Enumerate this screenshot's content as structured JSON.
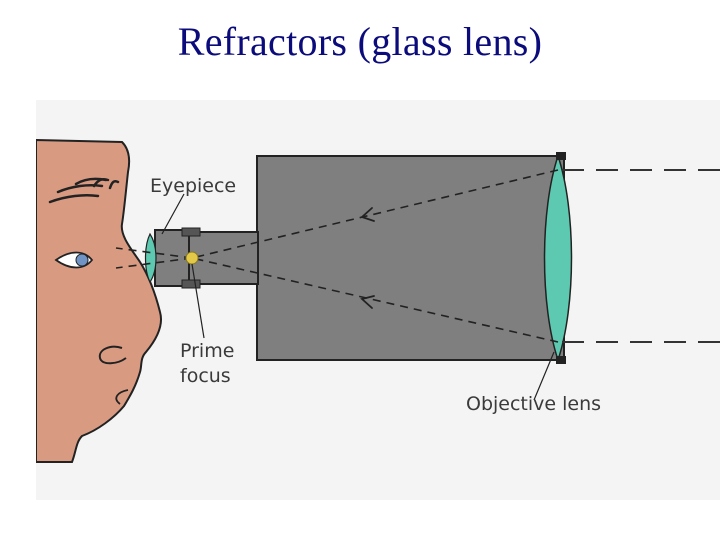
{
  "slide": {
    "title": "Refractors (glass lens)"
  },
  "diagram": {
    "labels": {
      "eyepiece": "Eyepiece",
      "prime_focus_line1": "Prime",
      "prime_focus_line2": "focus",
      "objective_lens": "Objective lens"
    },
    "colors": {
      "title": "#0b0b7c",
      "background_panel": "#f4f4f4",
      "skin": "#d99a82",
      "tube": "#7f7f7f",
      "lens": "#5cc9b0",
      "focus_point": "#e3c94a",
      "label_text": "#3a3a3a"
    },
    "icons": [
      "face-illustration",
      "eye-icon",
      "telescope-tube",
      "objective-lens",
      "eyepiece-lens",
      "prime-focus-point",
      "light-ray-arrow"
    ]
  }
}
